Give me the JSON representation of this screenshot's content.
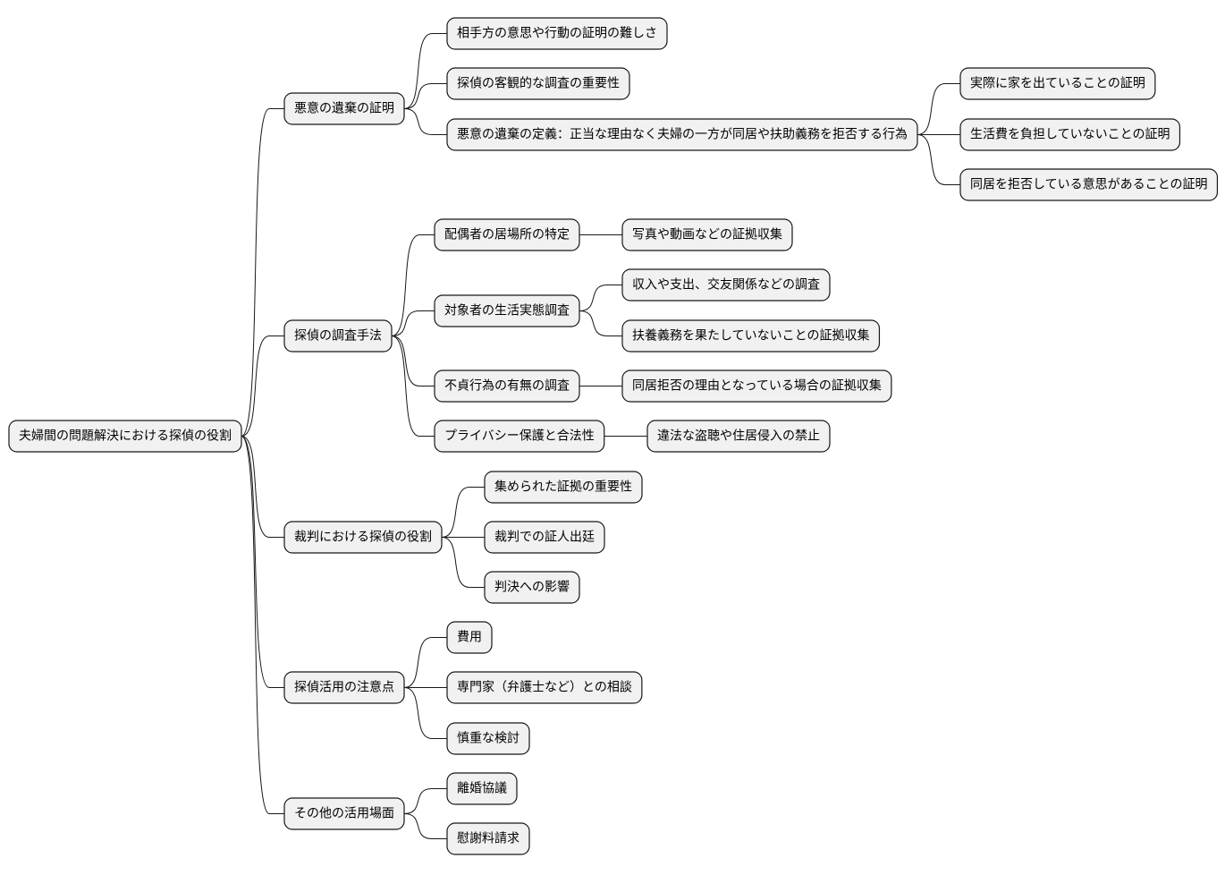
{
  "diagram": {
    "id": "root",
    "label": "夫婦間の問題解決における探偵の役割",
    "children": [
      {
        "id": "n1",
        "label": "悪意の遺棄の証明",
        "children": [
          {
            "id": "n1a",
            "label": "相手方の意思や行動の証明の難しさ"
          },
          {
            "id": "n1b",
            "label": "探偵の客観的な調査の重要性"
          },
          {
            "id": "n1c",
            "label": "悪意の遺棄の定義：正当な理由なく夫婦の一方が同居や扶助義務を拒否する行為",
            "children": [
              {
                "id": "n1c1",
                "label": "実際に家を出ていることの証明"
              },
              {
                "id": "n1c2",
                "label": "生活費を負担していないことの証明"
              },
              {
                "id": "n1c3",
                "label": "同居を拒否している意思があることの証明"
              }
            ]
          }
        ]
      },
      {
        "id": "n2",
        "label": "探偵の調査手法",
        "children": [
          {
            "id": "n2a",
            "label": "配偶者の居場所の特定",
            "children": [
              {
                "id": "n2a1",
                "label": "写真や動画などの証拠収集"
              }
            ]
          },
          {
            "id": "n2b",
            "label": "対象者の生活実態調査",
            "children": [
              {
                "id": "n2b1",
                "label": "収入や支出、交友関係などの調査"
              },
              {
                "id": "n2b2",
                "label": "扶養義務を果たしていないことの証拠収集"
              }
            ]
          },
          {
            "id": "n2c",
            "label": "不貞行為の有無の調査",
            "children": [
              {
                "id": "n2c1",
                "label": "同居拒否の理由となっている場合の証拠収集"
              }
            ]
          },
          {
            "id": "n2d",
            "label": "プライバシー保護と合法性",
            "children": [
              {
                "id": "n2d1",
                "label": "違法な盗聴や住居侵入の禁止"
              }
            ]
          }
        ]
      },
      {
        "id": "n3",
        "label": "裁判における探偵の役割",
        "children": [
          {
            "id": "n3a",
            "label": "集められた証拠の重要性"
          },
          {
            "id": "n3b",
            "label": "裁判での証人出廷"
          },
          {
            "id": "n3c",
            "label": "判決への影響"
          }
        ]
      },
      {
        "id": "n4",
        "label": "探偵活用の注意点",
        "children": [
          {
            "id": "n4a",
            "label": "費用"
          },
          {
            "id": "n4b",
            "label": "専門家（弁護士など）との相談"
          },
          {
            "id": "n4c",
            "label": "慎重な検討"
          }
        ]
      },
      {
        "id": "n5",
        "label": "その他の活用場面",
        "children": [
          {
            "id": "n5a",
            "label": "離婚協議"
          },
          {
            "id": "n5b",
            "label": "慰謝料請求"
          }
        ]
      }
    ]
  }
}
